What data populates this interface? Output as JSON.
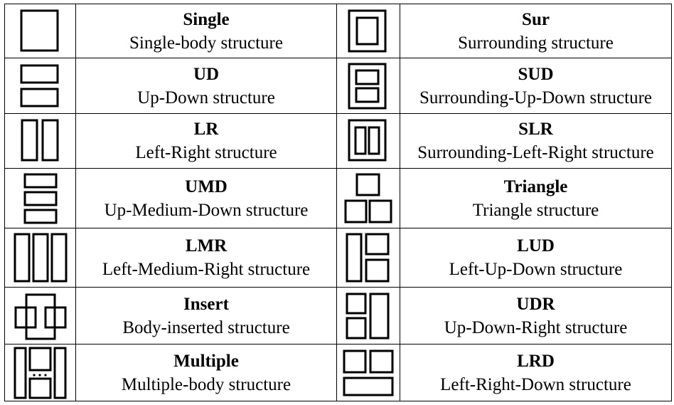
{
  "rows": [
    {
      "left": {
        "icon": "single-structure-icon",
        "name": "Single",
        "desc": "Single-body structure"
      },
      "right": {
        "icon": "surround-structure-icon",
        "name": "Sur",
        "desc": "Surrounding structure"
      }
    },
    {
      "left": {
        "icon": "up-down-structure-icon",
        "name": "UD",
        "desc": "Up-Down structure"
      },
      "right": {
        "icon": "surround-up-down-structure-icon",
        "name": "SUD",
        "desc": "Surrounding-Up-Down structure"
      }
    },
    {
      "left": {
        "icon": "left-right-structure-icon",
        "name": "LR",
        "desc": "Left-Right structure"
      },
      "right": {
        "icon": "surround-left-right-structure-icon",
        "name": "SLR",
        "desc": "Surrounding-Left-Right structure"
      }
    },
    {
      "left": {
        "icon": "up-medium-down-structure-icon",
        "name": "UMD",
        "desc": "Up-Medium-Down structure"
      },
      "right": {
        "icon": "triangle-structure-icon",
        "name": "Triangle",
        "desc": "Triangle structure"
      }
    },
    {
      "left": {
        "icon": "left-medium-right-structure-icon",
        "name": "LMR",
        "desc": "Left-Medium-Right structure"
      },
      "right": {
        "icon": "left-up-down-structure-icon",
        "name": "LUD",
        "desc": "Left-Up-Down structure"
      }
    },
    {
      "left": {
        "icon": "insert-structure-icon",
        "name": "Insert",
        "desc": "Body-inserted structure"
      },
      "right": {
        "icon": "up-down-right-structure-icon",
        "name": "UDR",
        "desc": "Up-Down-Right structure"
      }
    },
    {
      "left": {
        "icon": "multiple-structure-icon",
        "name": "Multiple",
        "desc": "Multiple-body structure"
      },
      "right": {
        "icon": "left-right-down-structure-icon",
        "name": "LRD",
        "desc": "Left-Right-Down structure"
      }
    }
  ]
}
